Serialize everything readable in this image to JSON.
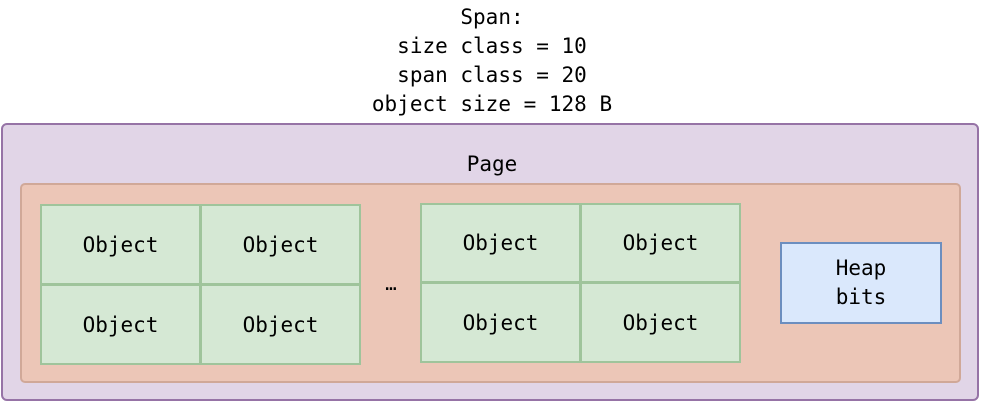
{
  "span": {
    "caption_lines": [
      "Span:",
      "size class = 10",
      "span class = 20",
      "object size = 128 B"
    ]
  },
  "page": {
    "label": "Page"
  },
  "objects": {
    "labels": [
      "Object",
      "Object",
      "Object",
      "Object",
      "Object",
      "Object",
      "Object",
      "Object"
    ]
  },
  "ellipsis": "…",
  "heap_bits": {
    "label": "Heap\nbits"
  },
  "colors": {
    "span_fill": "#e1d5e7",
    "span_border": "#9673a6",
    "page_fill": "#ecc6b7",
    "object_fill": "#d5e8d4",
    "heap_fill": "#dae8fc",
    "heap_border": "#6c8ebf"
  }
}
